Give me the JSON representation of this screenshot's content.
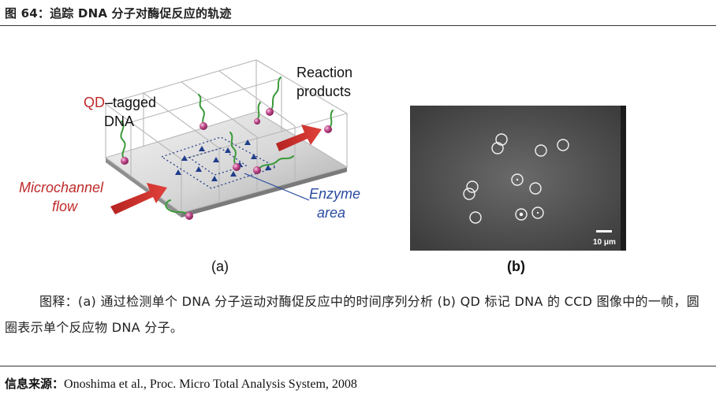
{
  "figure_title": "图 64：追踪 DNA 分子对酶促反应的轨迹",
  "panel_a": {
    "label": "(a)",
    "reaction_products": [
      "Reaction",
      "products"
    ],
    "qd_prefix": "QD",
    "qd_suffix": "–tagged",
    "dna": "DNA",
    "microchannel": "Microchannel",
    "flow": "flow",
    "enzyme": "Enzyme",
    "area": "area",
    "colors": {
      "arrow": "#d0312d",
      "dna_strand": "#3a9a3a",
      "qd_bead": "#b0357a",
      "enzyme": "#1f3d8a",
      "enzyme_label": "#2a4aa0"
    }
  },
  "panel_b": {
    "label": "(b)",
    "scale_bar": "10 μm"
  },
  "caption": "图释：(a) 通过检测单个 DNA 分子运动对酶促反应中的时间序列分析 (b) QD 标记 DNA 的 CCD 图像中的一帧，圆圈表示单个反应物 DNA 分子。",
  "source": {
    "label": "信息来源：",
    "text": "Onoshima et al., Proc. Micro Total Analysis System, 2008"
  }
}
